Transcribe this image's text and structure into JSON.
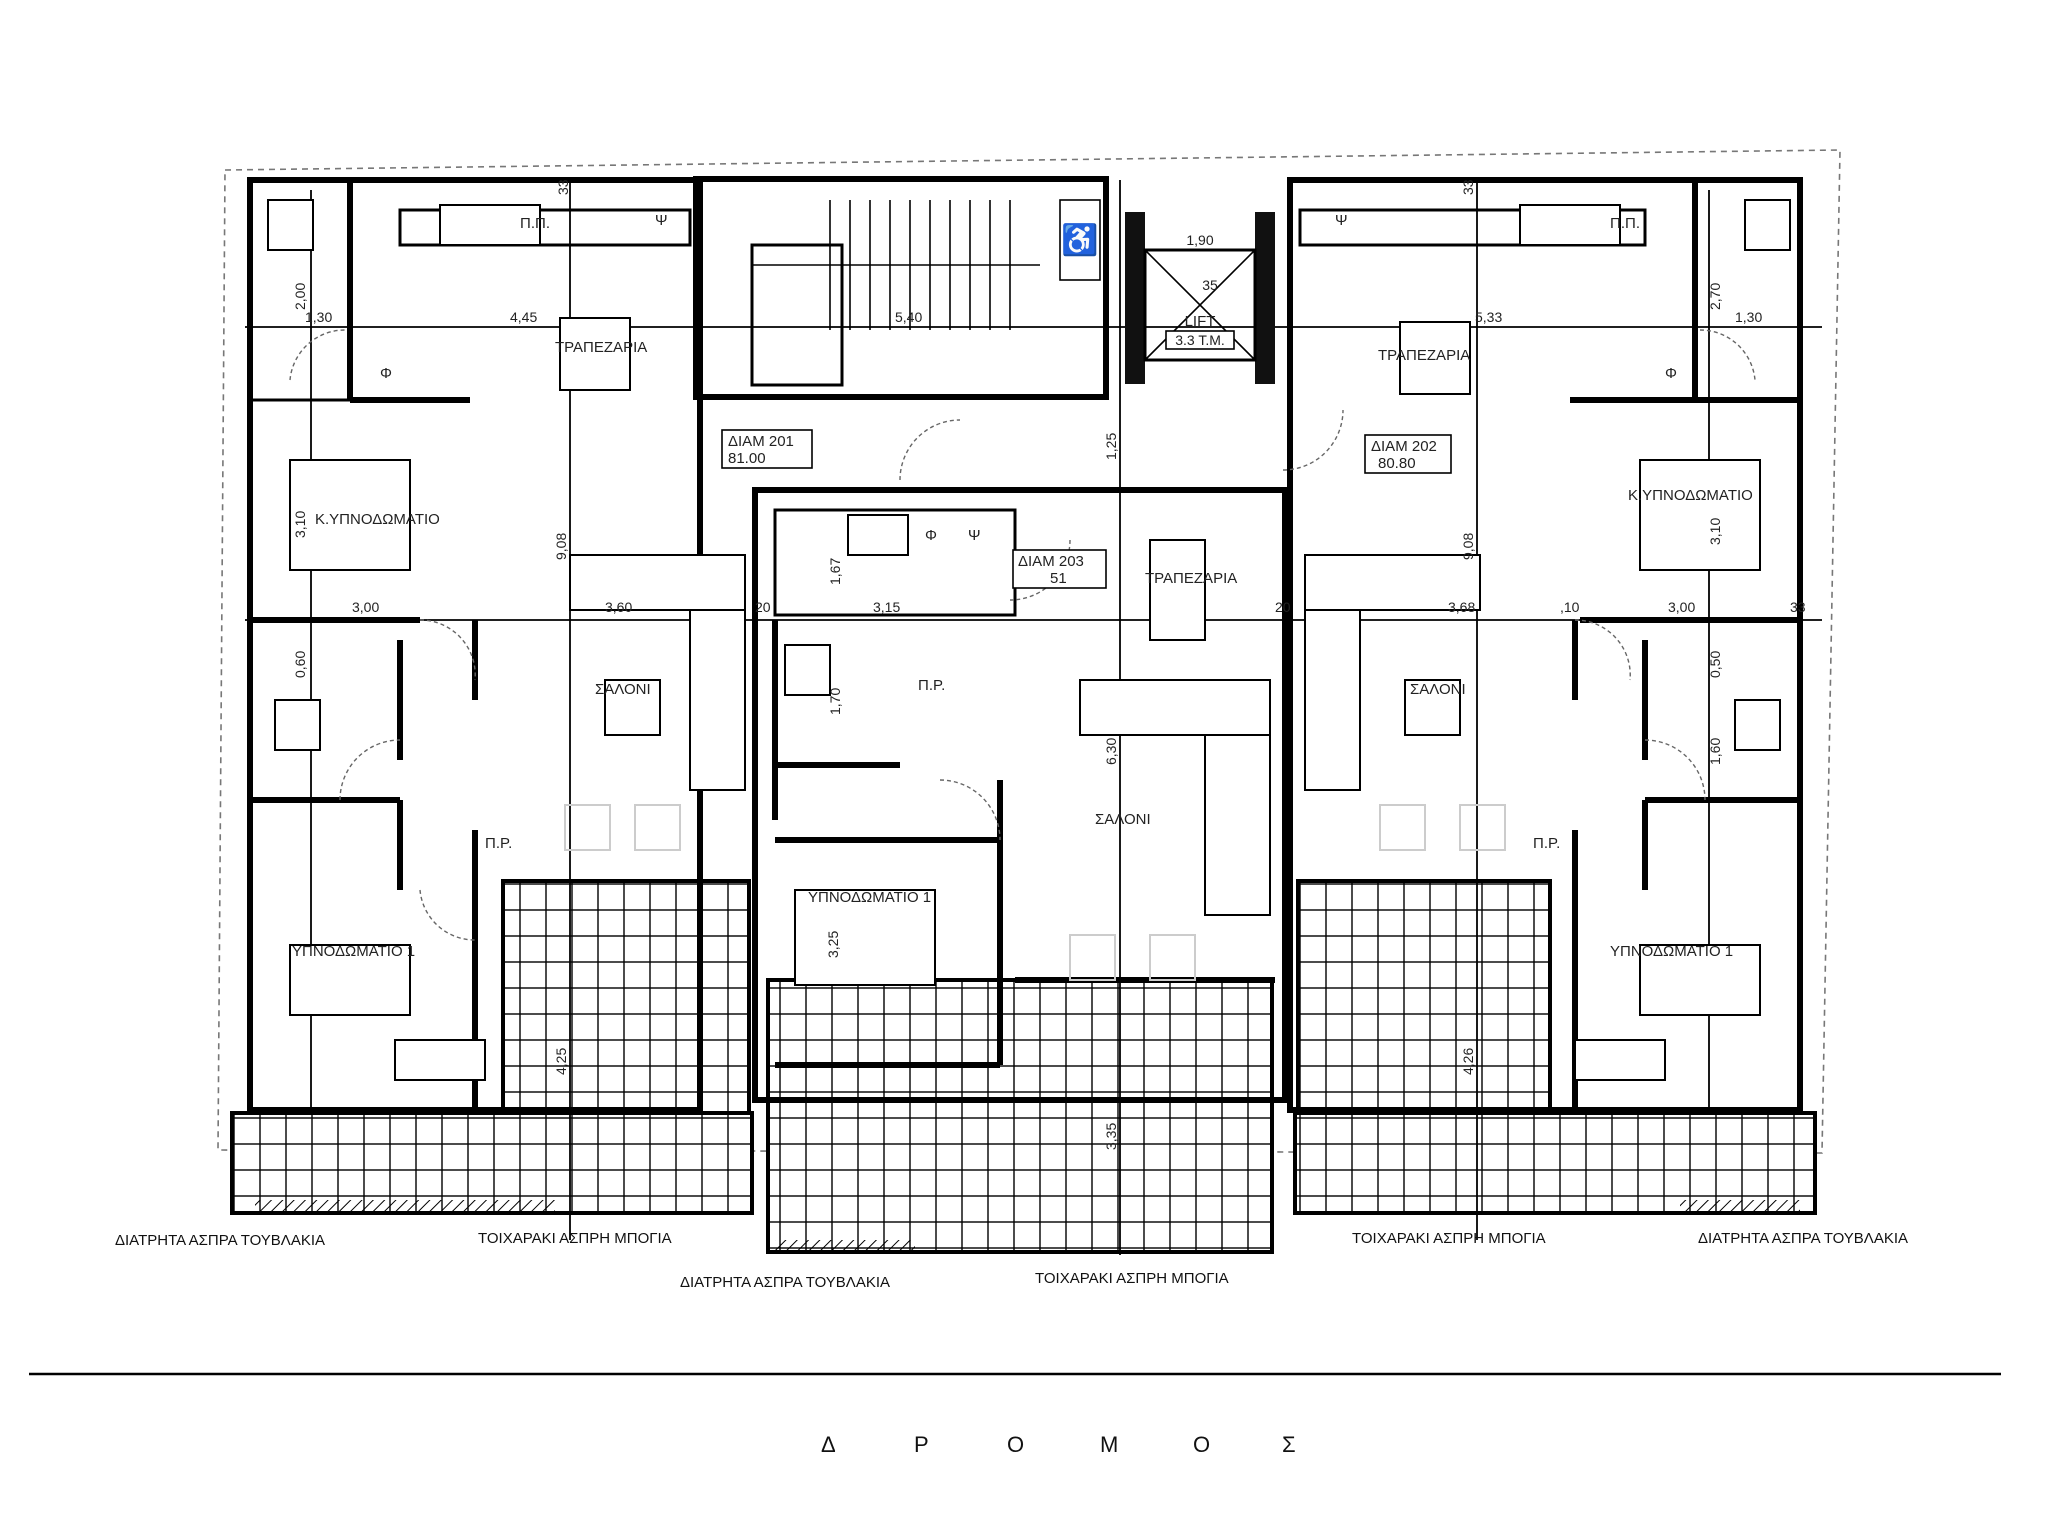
{
  "apartments": [
    {
      "id": "ΔΙΑΜ 201",
      "area": "81.00"
    },
    {
      "id": "ΔΙΑΜ 202",
      "area": "80.80"
    },
    {
      "id": "ΔΙΑΜ 203",
      "area": "51"
    }
  ],
  "rooms": {
    "dining_left": "ΤΡΑΠΕΖΑΡΙΑ",
    "dining_right": "ΤΡΑΠΕΖΑΡΙΑ",
    "dining_center": "ΤΡΑΠΕΖΑΡΙΑ",
    "master_left": "Κ.ΥΠΝΟΔΩΜΑΤΙΟ",
    "master_right": "Κ.ΥΠΝΟΔΩΜΑΤΙΟ",
    "living_left": "ΣΑΛΟΝΙ",
    "living_right": "ΣΑΛΟΝΙ",
    "living_center": "ΣΑΛΟΝΙ",
    "bed1_left": "ΥΠΝΟΔΩΜΑΤΙΟ 1",
    "bed1_center": "ΥΠΝΟΔΩΜΑΤΙΟ 1",
    "bed1_right": "ΥΠΝΟΔΩΜΑΤΙΟ 1",
    "laundry_left": "Π.Ρ.",
    "laundry_center": "Π.Ρ.",
    "laundry_right": "Π.Ρ.",
    "fridge_left": "Π.Π.",
    "fridge_right": "Π.Π.",
    "phi": "Φ",
    "psi": "Ψ"
  },
  "lift": {
    "label": "LIFT",
    "capacity": "3.3 Τ.Μ.",
    "width": "1,90",
    "depth": "35"
  },
  "dimensions": {
    "d445": "4,45",
    "d540": "5,40",
    "d533": "5,33",
    "d130l": "1,30",
    "d130r": "1,30",
    "d300l": "3,00",
    "d360": "3,60",
    "d315": "3,15",
    "d368": "3,68",
    "d300r": "3,00",
    "d908l": "9,08",
    "d908r": "9,08",
    "d125": "1,25",
    "d630": "6,30",
    "d425": "4,25",
    "d426": "4,26",
    "d335": "3,35",
    "d325": "3,25",
    "d167": "1,67",
    "d170": "1,70",
    "d160": "1,60",
    "d310l": "3,10",
    "d310r": "3,10",
    "d270": "2,70",
    "d200": "2,00",
    "d060l": "0,60",
    "d050r": "0,50",
    "d33": "33",
    "d20": "20",
    "d10": ",10"
  },
  "notes": {
    "perforated_left": "ΔΙΑΤΡΗΤΑ ΑΣΠΡΑ ΤΟΥΒΛΑΚΙΑ",
    "wall_left": "ΤΟΙΧΑΡΑΚΙ ΑΣΠΡΗ ΜΠΟΓΙΑ",
    "perforated_center": "ΔΙΑΤΡΗΤΑ ΑΣΠΡΑ ΤΟΥΒΛΑΚΙΑ",
    "wall_center": "ΤΟΙΧΑΡΑΚΙ ΑΣΠΡΗ ΜΠΟΓΙΑ",
    "wall_right": "ΤΟΙΧΑΡΑΚΙ ΑΣΠΡΗ ΜΠΟΓΙΑ",
    "perforated_right": "ΔΙΑΤΡΗΤΑ ΑΣΠΡΑ ΤΟΥΒΛΑΚΙΑ"
  },
  "road": {
    "letters": [
      "Δ",
      "Ρ",
      "Ο",
      "Μ",
      "Ο",
      "Σ"
    ]
  }
}
